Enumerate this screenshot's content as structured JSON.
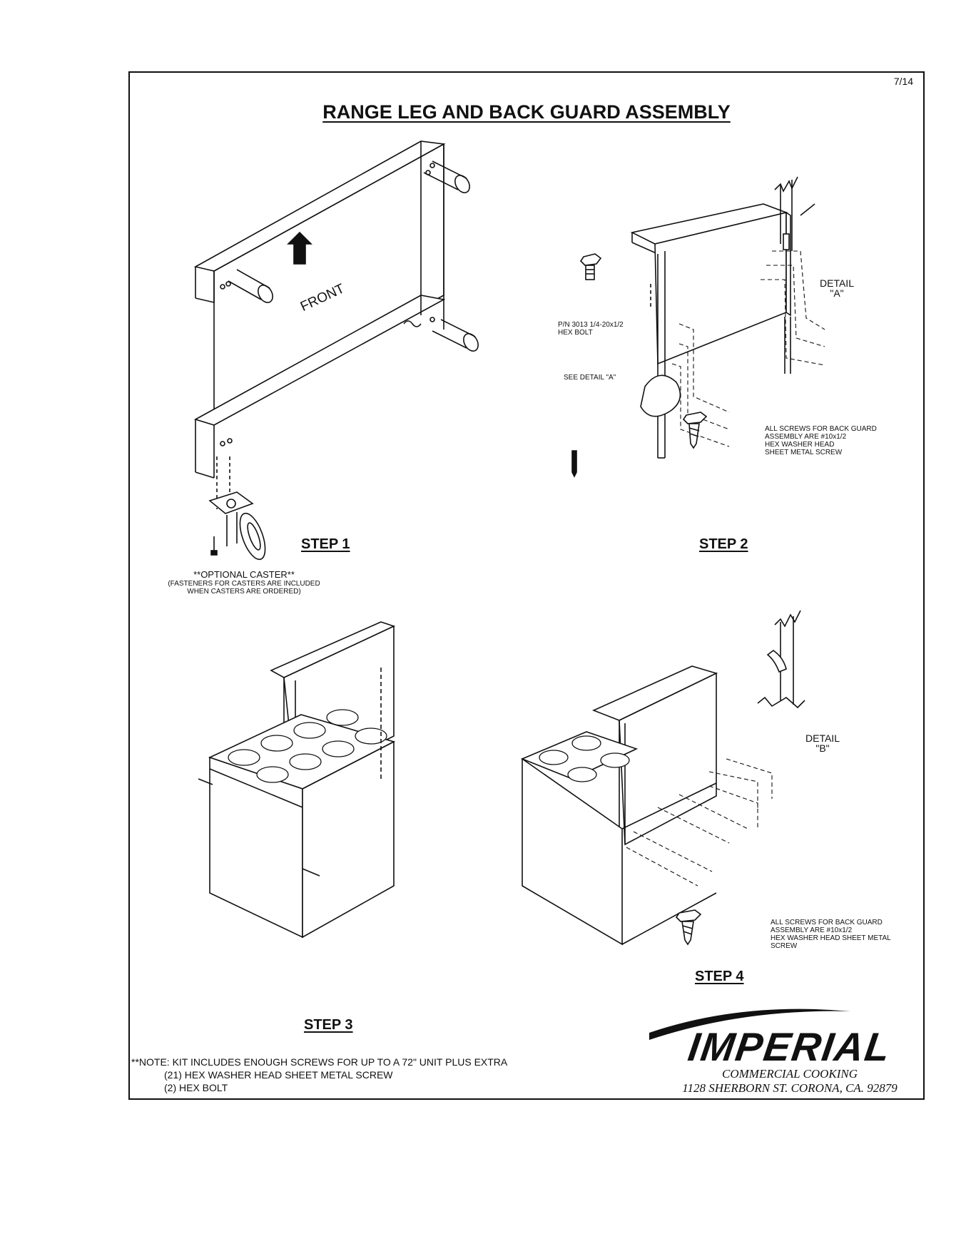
{
  "page_number": "7/14",
  "title": "RANGE LEG AND BACK GUARD ASSEMBLY",
  "step1": {
    "label": "STEP 1",
    "front_label": "FRONT",
    "caster_title": "**OPTIONAL CASTER**",
    "caster_note_1": "(FASTENERS FOR CASTERS ARE INCLUDED",
    "caster_note_2": "WHEN CASTERS ARE ORDERED)"
  },
  "step2": {
    "label": "STEP 2",
    "bolt_label_1": "P/N 3013 1/4-20x1/2",
    "bolt_label_2": "HEX BOLT",
    "see_detail": "SEE DETAIL \"A\"",
    "detail_title": "DETAIL",
    "detail_id": "\"A\"",
    "screws_note": [
      "ALL SCREWS FOR BACK GUARD",
      "ASSEMBLY ARE #10x1/2",
      "HEX WASHER HEAD",
      "SHEET METAL SCREW"
    ]
  },
  "step3": {
    "label": "STEP 3"
  },
  "step4": {
    "label": "STEP 4",
    "detail_title": "DETAIL",
    "detail_id": "\"B\"",
    "screws_note": [
      "ALL SCREWS FOR BACK GUARD",
      "ASSEMBLY ARE #10x1/2",
      "HEX WASHER HEAD SHEET METAL",
      "SCREW"
    ]
  },
  "kit_note": {
    "line1": "**NOTE: KIT INCLUDES ENOUGH SCREWS FOR UP TO A 72\" UNIT PLUS EXTRA",
    "line2": "(21) HEX WASHER HEAD SHEET METAL SCREW",
    "line3": "(2) HEX BOLT"
  },
  "logo": {
    "brand": "IMPERIAL",
    "tagline": "COMMERCIAL COOKING",
    "address": "1128 SHERBORN ST. CORONA, CA. 92879"
  }
}
